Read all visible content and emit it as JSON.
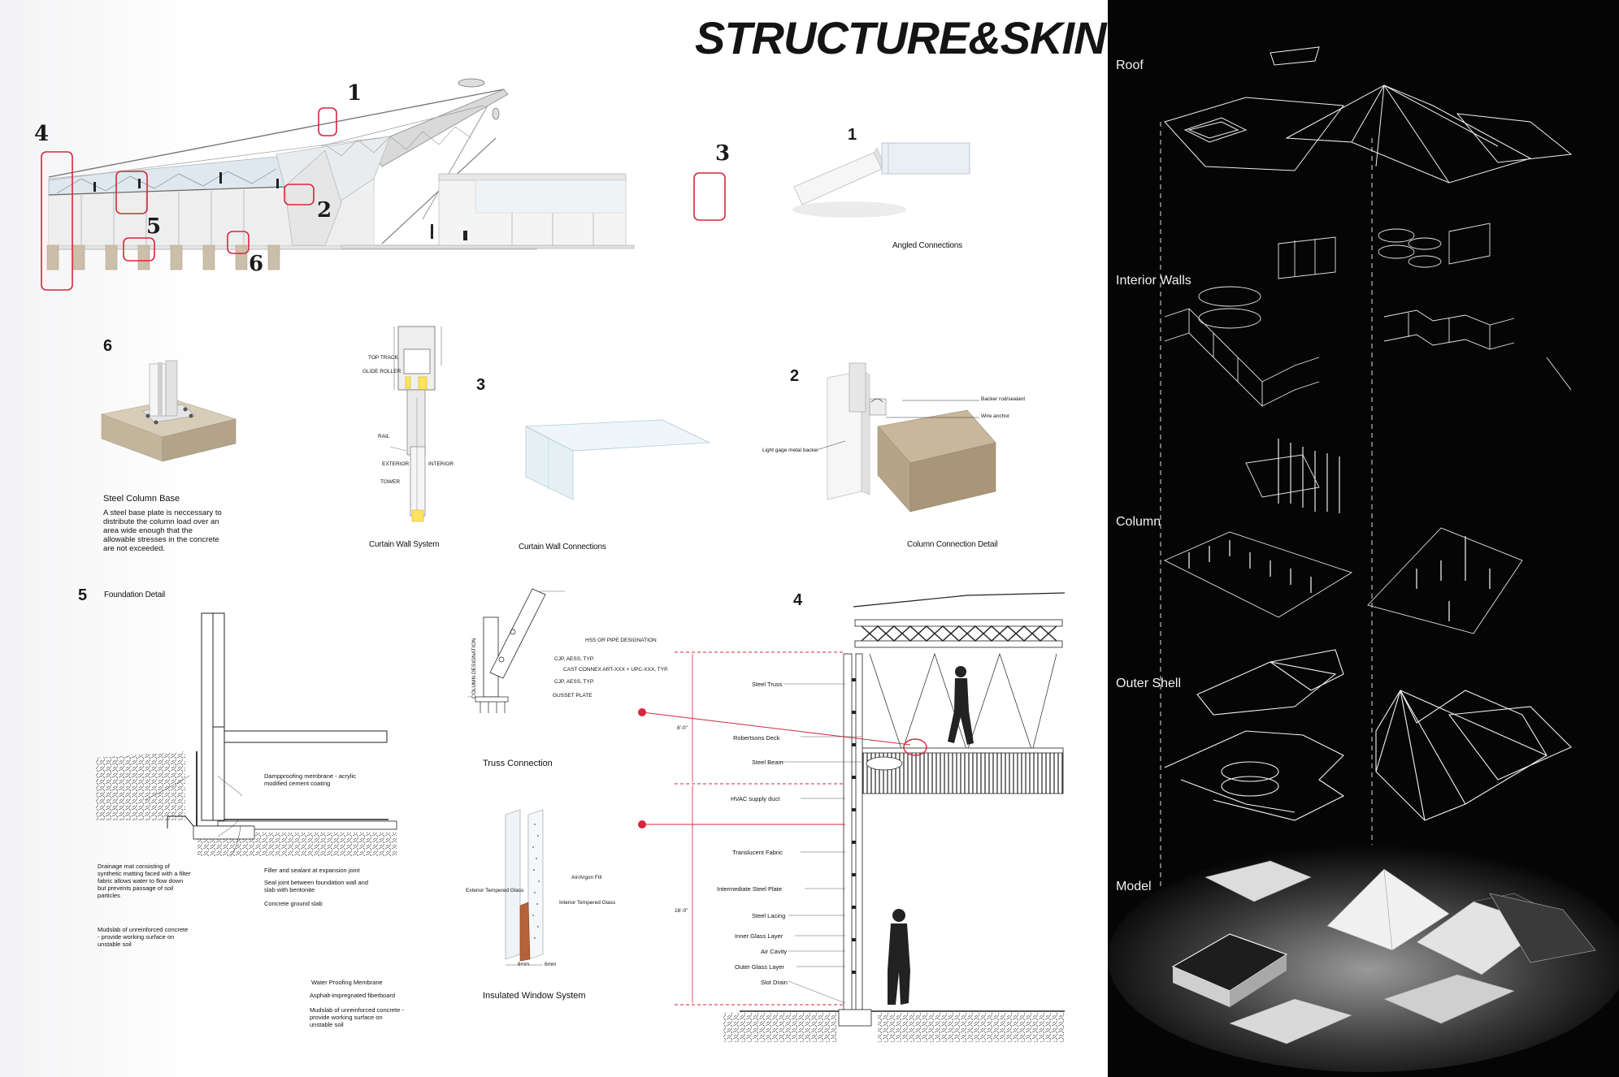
{
  "title": "STRUCTURE&SKIN",
  "markers": [
    "1",
    "2",
    "3",
    "4",
    "5",
    "6"
  ],
  "details": {
    "angled": {
      "num": "1",
      "caption": "Angled Connections"
    },
    "base": {
      "num": "6",
      "caption": "Steel Column Base",
      "text": "A steel base plate is neccessary to distribute the column load over an area wide enough that the allowable stresses in the concrete are not exceeded."
    },
    "curtain": {
      "num": "3",
      "caption_system": "Curtain Wall System",
      "caption_connections": "Curtain Wall Connections",
      "labels": [
        "TOP TRACK",
        "GLIDE ROLLER",
        "RAIL",
        "EXTERIOR",
        "INTERIOR",
        "TOWER"
      ]
    },
    "column": {
      "num": "2",
      "caption": "Column Connection Detail",
      "labels": [
        "Backer rod/sealant",
        "Wire anchor",
        "Light gage metal backer"
      ]
    },
    "foundation": {
      "num": "5",
      "caption": "Foundation Detail",
      "notes": [
        "Dampproofing membrane - acrylic modified cement coating",
        "Drainage mat consisting of synthetic matting faced with a filter fabric allows water to flow down but prevents passage of soil particles",
        "Filler and sealant at expansion joint",
        "Seal joint between foundation wall and slab with bentonite",
        "Concrete ground slab",
        "Mudslab of unreinforced concrete - provide working surface on unstable soil",
        "Water Proofing Membrane",
        "Asphalt-impregnated fiberboard",
        "Mudslab of unreinforced concrete - provide working surface on unstable soil"
      ]
    },
    "truss": {
      "caption": "Truss Connection",
      "labels": [
        "HSS OR PIPE DESIGNATION",
        "CJP, AESS, TYP.",
        "CAST CONNEX ART-XXX + UPC-XXX, TYP.",
        "CJP, AESS, TYP.",
        "GUSSET PLATE",
        "COLUMN DESIGNATION"
      ]
    },
    "window": {
      "caption": "Insulated Window System",
      "labels": [
        "Air/Argon Fill",
        "Exterior Tempered Glass",
        "Interior Tempered Glass",
        "6mm",
        "6mm"
      ]
    },
    "section": {
      "num": "4",
      "labels": [
        "Steel Truss",
        "Robertsons Deck",
        "Steel Beam",
        "HVAC supply duct",
        "Translucent Fabric",
        "Intermediate Steel Plate",
        "Steel Lacing",
        "Inner Glass Layer",
        "Air Cavity",
        "Outer Glass Layer",
        "Slot Drain"
      ],
      "dims": [
        "8'-0\"",
        "16'-0\""
      ]
    }
  },
  "layers": [
    "Roof",
    "Interior Walls",
    "Column",
    "Outer Shell",
    "Model"
  ],
  "colors": {
    "highlight": "#d7263d",
    "panel": "#050505",
    "title": "#141414"
  }
}
